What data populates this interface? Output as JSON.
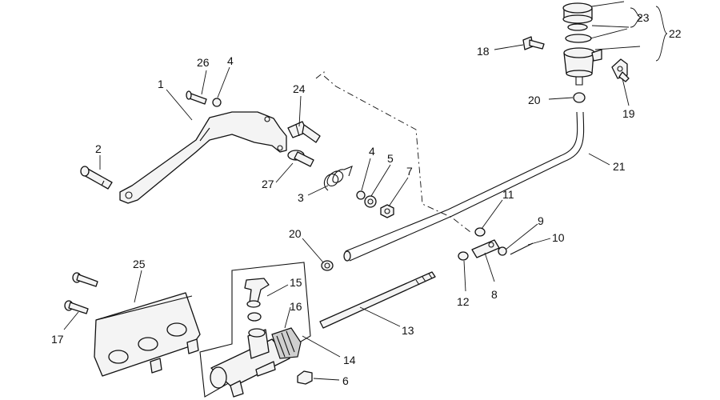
{
  "callouts": [
    {
      "id": "c1",
      "text": "1"
    },
    {
      "id": "c2",
      "text": "2"
    },
    {
      "id": "c3",
      "text": "3"
    },
    {
      "id": "c4a",
      "text": "4"
    },
    {
      "id": "c4b",
      "text": "4"
    },
    {
      "id": "c5",
      "text": "5"
    },
    {
      "id": "c6",
      "text": "6"
    },
    {
      "id": "c7",
      "text": "7"
    },
    {
      "id": "c8",
      "text": "8"
    },
    {
      "id": "c9",
      "text": "9"
    },
    {
      "id": "c10",
      "text": "10"
    },
    {
      "id": "c11",
      "text": "11"
    },
    {
      "id": "c12",
      "text": "12"
    },
    {
      "id": "c13",
      "text": "13"
    },
    {
      "id": "c14",
      "text": "14"
    },
    {
      "id": "c15",
      "text": "15"
    },
    {
      "id": "c16",
      "text": "16"
    },
    {
      "id": "c17",
      "text": "17"
    },
    {
      "id": "c18",
      "text": "18"
    },
    {
      "id": "c19",
      "text": "19"
    },
    {
      "id": "c20a",
      "text": "20"
    },
    {
      "id": "c20b",
      "text": "20"
    },
    {
      "id": "c21",
      "text": "21"
    },
    {
      "id": "c22",
      "text": "22"
    },
    {
      "id": "c23",
      "text": "23"
    },
    {
      "id": "c24",
      "text": "24"
    },
    {
      "id": "c25",
      "text": "25"
    },
    {
      "id": "c26",
      "text": "26"
    },
    {
      "id": "c27",
      "text": "27"
    }
  ]
}
